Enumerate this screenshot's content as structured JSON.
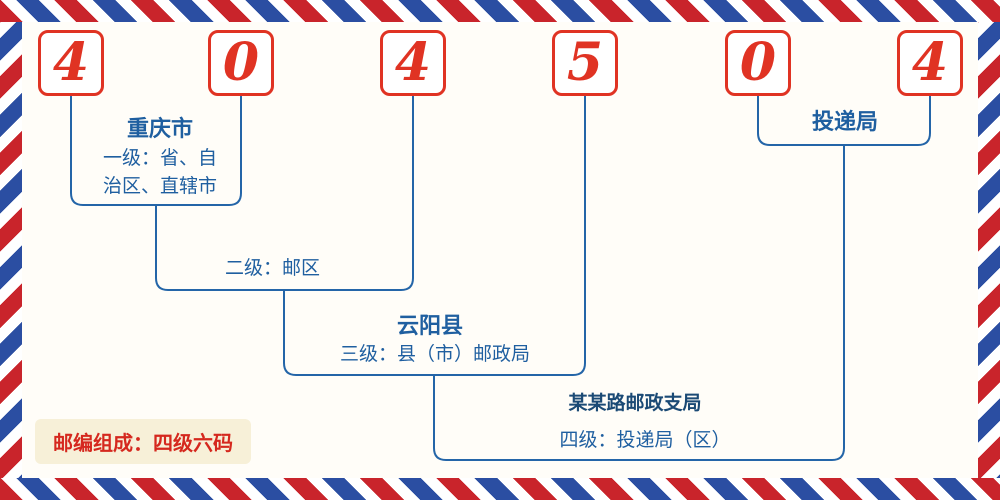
{
  "postal_code": {
    "digits": [
      "4",
      "0",
      "4",
      "5",
      "0",
      "4"
    ]
  },
  "labels": {
    "city": "重庆市",
    "level1": "一级：省、自治区、直辖市",
    "level2": "二级：邮区",
    "county": "云阳县",
    "level3": "三级：县（市）邮政局",
    "branch": "某某路邮政支局",
    "level4": "四级：投递局（区）",
    "delivery": "投递局"
  },
  "footer": {
    "composition": "邮编组成：四级六码"
  },
  "colors": {
    "digit_red": "#e03323",
    "line_blue": "#2465a8",
    "text_blue": "#1f5fa0",
    "dark_navy": "#1b4a75",
    "badge_bg": "#f7f0d8",
    "stripe_red": "#c9242b",
    "stripe_blue": "#2b4ea2"
  }
}
